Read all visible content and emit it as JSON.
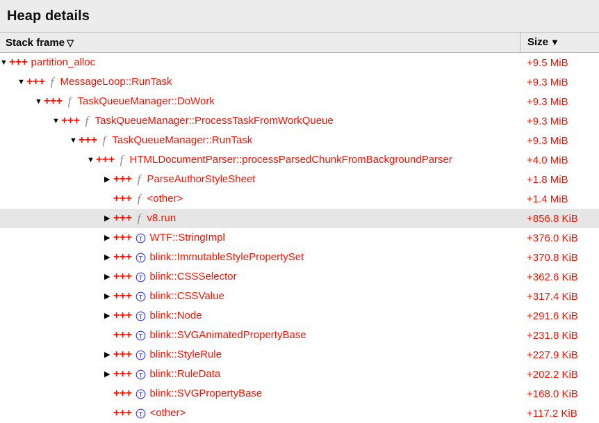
{
  "window": {
    "title": "Heap details"
  },
  "table": {
    "columns": {
      "frame": {
        "label": "Stack frame",
        "sort_caret": "▽"
      },
      "size": {
        "label": "Size",
        "sort_caret": "▼"
      }
    },
    "colors": {
      "entry_red": "#fa1000",
      "icon_function": "#8d8d8d",
      "icon_type": "#3333cc",
      "selected_row_bg": "#e6e6e6",
      "header_bg": "#ececec"
    },
    "expander_glyphs": {
      "expanded": "▼",
      "collapsed": "▶",
      "leaf": ""
    },
    "rows": [
      {
        "depth": 0,
        "twisty": "expanded",
        "plus": "+++",
        "kind": "none",
        "label": "partition_alloc",
        "size": "+9.5 MiB",
        "selected": false
      },
      {
        "depth": 1,
        "twisty": "expanded",
        "plus": "+++",
        "kind": "function",
        "label": "MessageLoop::RunTask",
        "size": "+9.3 MiB",
        "selected": false
      },
      {
        "depth": 2,
        "twisty": "expanded",
        "plus": "+++",
        "kind": "function",
        "label": "TaskQueueManager::DoWork",
        "size": "+9.3 MiB",
        "selected": false
      },
      {
        "depth": 3,
        "twisty": "expanded",
        "plus": "+++",
        "kind": "function",
        "label": "TaskQueueManager::ProcessTaskFromWorkQueue",
        "size": "+9.3 MiB",
        "selected": false
      },
      {
        "depth": 4,
        "twisty": "expanded",
        "plus": "+++",
        "kind": "function",
        "label": "TaskQueueManager::RunTask",
        "size": "+9.3 MiB",
        "selected": false
      },
      {
        "depth": 5,
        "twisty": "expanded",
        "plus": "+++",
        "kind": "function",
        "label": "HTMLDocumentParser::processParsedChunkFromBackgroundParser",
        "size": "+4.0 MiB",
        "selected": false
      },
      {
        "depth": 6,
        "twisty": "collapsed",
        "plus": "+++",
        "kind": "function",
        "label": "ParseAuthorStyleSheet",
        "size": "+1.8 MiB",
        "selected": false
      },
      {
        "depth": 6,
        "twisty": "leaf",
        "plus": "+++",
        "kind": "function",
        "label": "<other>",
        "size": "+1.4 MiB",
        "selected": false
      },
      {
        "depth": 6,
        "twisty": "collapsed",
        "plus": "+++",
        "kind": "function",
        "label": "v8.run",
        "size": "+856.8 KiB",
        "selected": true
      },
      {
        "depth": 6,
        "twisty": "collapsed",
        "plus": "+++",
        "kind": "type",
        "label": "WTF::StringImpl",
        "size": "+376.0 KiB",
        "selected": false
      },
      {
        "depth": 6,
        "twisty": "collapsed",
        "plus": "+++",
        "kind": "type",
        "label": "blink::ImmutableStylePropertySet",
        "size": "+370.8 KiB",
        "selected": false
      },
      {
        "depth": 6,
        "twisty": "collapsed",
        "plus": "+++",
        "kind": "type",
        "label": "blink::CSSSelector",
        "size": "+362.6 KiB",
        "selected": false
      },
      {
        "depth": 6,
        "twisty": "collapsed",
        "plus": "+++",
        "kind": "type",
        "label": "blink::CSSValue",
        "size": "+317.4 KiB",
        "selected": false
      },
      {
        "depth": 6,
        "twisty": "collapsed",
        "plus": "+++",
        "kind": "type",
        "label": "blink::Node",
        "size": "+291.6 KiB",
        "selected": false
      },
      {
        "depth": 6,
        "twisty": "leaf",
        "plus": "+++",
        "kind": "type",
        "label": "blink::SVGAnimatedPropertyBase",
        "size": "+231.8 KiB",
        "selected": false
      },
      {
        "depth": 6,
        "twisty": "collapsed",
        "plus": "+++",
        "kind": "type",
        "label": "blink::StyleRule",
        "size": "+227.9 KiB",
        "selected": false
      },
      {
        "depth": 6,
        "twisty": "collapsed",
        "plus": "+++",
        "kind": "type",
        "label": "blink::RuleData",
        "size": "+202.2 KiB",
        "selected": false
      },
      {
        "depth": 6,
        "twisty": "leaf",
        "plus": "+++",
        "kind": "type",
        "label": "blink::SVGPropertyBase",
        "size": "+168.0 KiB",
        "selected": false
      },
      {
        "depth": 6,
        "twisty": "leaf",
        "plus": "+++",
        "kind": "type",
        "label": "<other>",
        "size": "+117.2 KiB",
        "selected": false
      }
    ]
  }
}
